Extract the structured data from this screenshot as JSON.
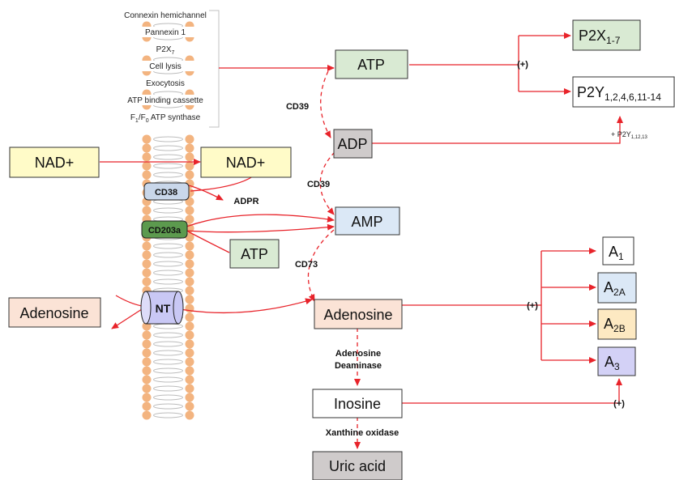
{
  "release_mechanisms": [
    {
      "main": "Connexin hemichannel",
      "sub": "",
      "suffix": ""
    },
    {
      "main": "Pannexin 1",
      "sub": "",
      "suffix": ""
    },
    {
      "main": "P2X",
      "sub": "7",
      "suffix": ""
    },
    {
      "main": "Cell lysis",
      "sub": "",
      "suffix": ""
    },
    {
      "main": "Exocytosis",
      "sub": "",
      "suffix": ""
    },
    {
      "main": "ATP binding cassette",
      "sub": "",
      "suffix": ""
    },
    {
      "main": "F",
      "sub": "1",
      "mid": "/F",
      "sub2": "0",
      "suffix": " ATP synthase"
    }
  ],
  "nodes": {
    "atp": "ATP",
    "adp": "ADP",
    "amp": "AMP",
    "adenosine": "Adenosine",
    "inosine": "Inosine",
    "uric_acid": "Uric acid",
    "nad_left": "NAD+",
    "nad_right": "NAD+",
    "atp_small": "ATP",
    "adenosine_left": "Adenosine",
    "nt": "NT",
    "cd38": "CD38",
    "cd203a": "CD203a"
  },
  "receptors": {
    "p2x": {
      "main": "P2X",
      "sub": "1-7"
    },
    "p2y": {
      "main": "P2Y",
      "sub": "1,2,4,6,11-14"
    },
    "a1": {
      "main": "A",
      "sub": "1"
    },
    "a2a": {
      "main": "A",
      "sub": "2A"
    },
    "a2b": {
      "main": "A",
      "sub": "2B"
    },
    "a3": {
      "main": "A",
      "sub": "3"
    }
  },
  "labels": {
    "plus": "(+)",
    "cd39_1": "CD39",
    "cd39_2": "CD39",
    "cd73": "CD73",
    "adpr": "ADPR",
    "adenosine_deaminase_1": "Adenosine",
    "adenosine_deaminase_2": "Deaminase",
    "xanthine_oxidase": "Xanthine oxidase",
    "p2y_extra_main": "+ P2Y",
    "p2y_extra_sub": "1,12,13"
  },
  "colors": {
    "arrow": "#e8232a",
    "green": "#d9ead3",
    "gray": "#cfcbcb",
    "blue": "#dbe8f6",
    "peach": "#fbe3d6",
    "yellow": "#fffbc8",
    "purple": "#d3d1f6",
    "tan": "#fde9c2",
    "membrane": "#f3b480"
  }
}
